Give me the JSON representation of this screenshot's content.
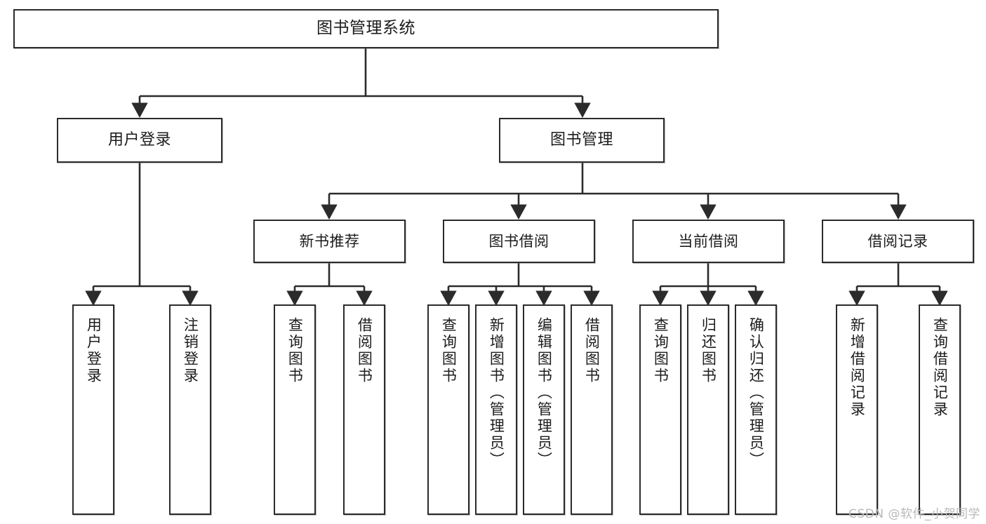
{
  "diagram": {
    "title": "图书管理系统",
    "type": "tree",
    "colors": {
      "node_border": "#2b2b2b",
      "node_fill": "#ffffff",
      "edge": "#2b2b2b",
      "text": "#1c1c1c",
      "watermark": "#b9b9b9"
    },
    "nodes": {
      "root": {
        "label": "图书管理系统"
      },
      "level2": [
        {
          "label": "用户登录"
        },
        {
          "label": "图书管理"
        }
      ],
      "level3": [
        {
          "label": "新书推荐"
        },
        {
          "label": "图书借阅"
        },
        {
          "label": "当前借阅"
        },
        {
          "label": "借阅记录"
        }
      ],
      "leaves": {
        "user_login": [
          {
            "label": "用户登录"
          },
          {
            "label": "注销登录"
          }
        ],
        "new_book_recommend": [
          {
            "label": "查询图书"
          },
          {
            "label": "借阅图书"
          }
        ],
        "book_borrow": [
          {
            "label": "查询图书"
          },
          {
            "label": "新增图书（管理员）"
          },
          {
            "label": "编辑图书（管理员）"
          },
          {
            "label": "借阅图书"
          }
        ],
        "current_borrow": [
          {
            "label": "查询图书"
          },
          {
            "label": "归还图书"
          },
          {
            "label": "确认归还（管理员）"
          }
        ],
        "borrow_record": [
          {
            "label": "新增借阅记录"
          },
          {
            "label": "查询借阅记录"
          }
        ]
      }
    }
  },
  "watermark": {
    "text": "CSDN @软件_小贺同学"
  }
}
